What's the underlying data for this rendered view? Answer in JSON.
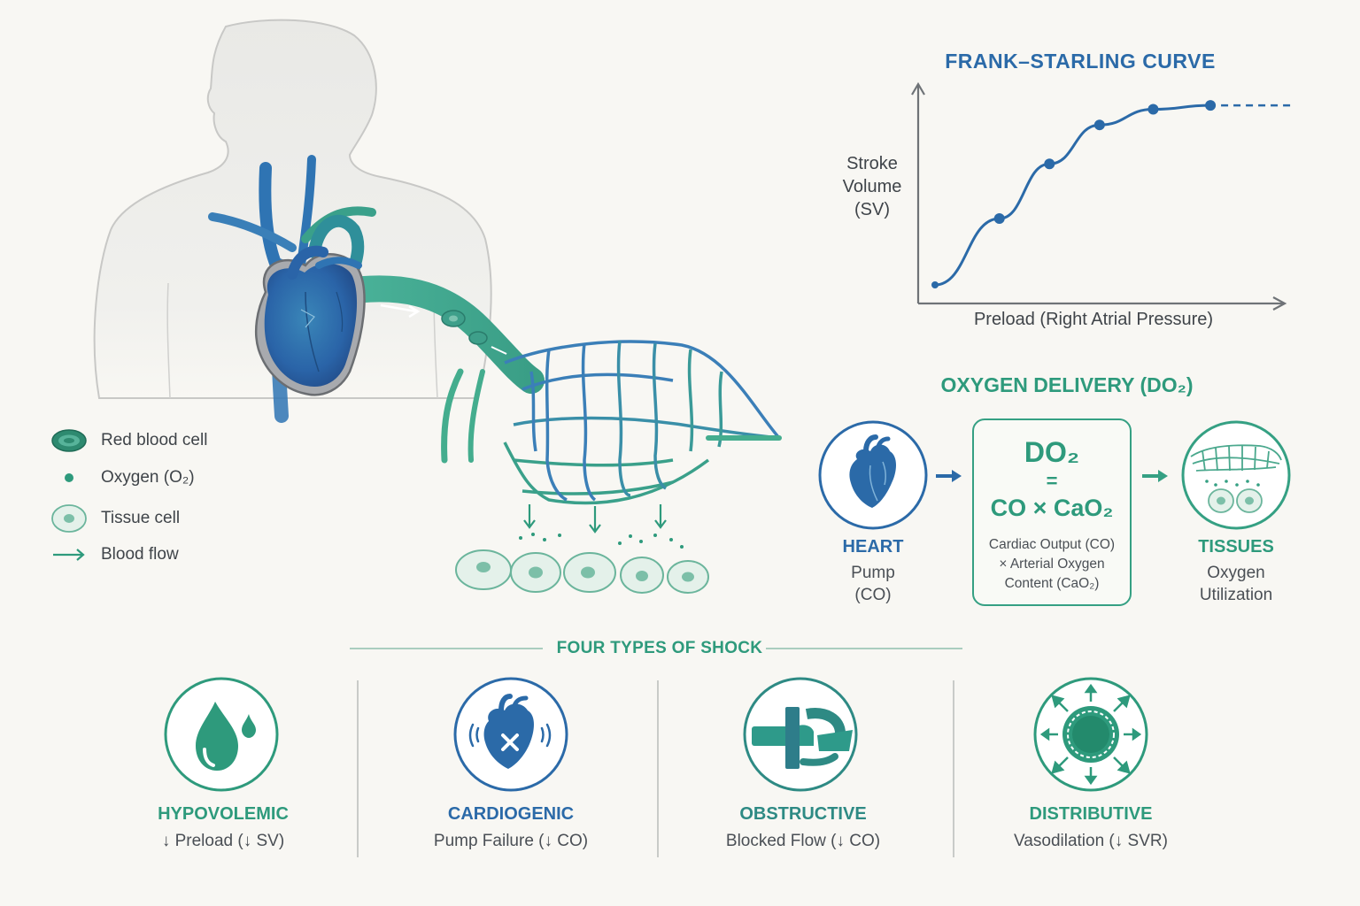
{
  "legend": {
    "red_blood_cell": "Red blood cell",
    "oxygen": "Oxygen (O₂)",
    "tissue_cell": "Tissue cell",
    "blood_flow": "Blood flow"
  },
  "frank_starling": {
    "title": "FRANK–STARLING CURVE",
    "ylabel_line1": "Stroke",
    "ylabel_line2": "Volume",
    "ylabel_line3": "(SV)",
    "xlabel": "Preload (Right Atrial Pressure)"
  },
  "chart_data": {
    "type": "line",
    "title": "FRANK–STARLING CURVE",
    "xlabel": "Preload (Right Atrial Pressure)",
    "ylabel": "Stroke Volume (SV)",
    "points": [
      {
        "x": 0,
        "y": 0
      },
      {
        "x": 0.18,
        "y": 0.34
      },
      {
        "x": 0.32,
        "y": 0.62
      },
      {
        "x": 0.46,
        "y": 0.82
      },
      {
        "x": 0.61,
        "y": 0.9
      },
      {
        "x": 0.77,
        "y": 0.92
      }
    ],
    "plateau_dashed_to_x": 1.0,
    "series_color": "#2b6aa8",
    "grid": false
  },
  "oxygen_delivery": {
    "title": "OXYGEN DELIVERY (DO₂)",
    "formula_top": "DO₂",
    "formula_eq": "=",
    "formula_bottom": "CO × CaO₂",
    "desc_line1": "Cardiac Output (CO)",
    "desc_line2": "× Arterial Oxygen",
    "desc_line3": "Content (CaO₂)",
    "heart_title": "HEART",
    "heart_sub1": "Pump",
    "heart_sub2": "(CO)",
    "tissues_title": "TISSUES",
    "tissues_sub1": "Oxygen",
    "tissues_sub2": "Utilization"
  },
  "shock": {
    "title": "FOUR TYPES OF SHOCK",
    "types": [
      {
        "name": "HYPOVOLEMIC",
        "desc": "↓ Preload (↓ SV)",
        "color": "#2e9a7c"
      },
      {
        "name": "CARDIOGENIC",
        "desc": "Pump Failure (↓ CO)",
        "color": "#2b6aa8"
      },
      {
        "name": "OBSTRUCTIVE",
        "desc": "Blocked Flow (↓ CO)",
        "color": "#2e8a84"
      },
      {
        "name": "DISTRIBUTIVE",
        "desc": "Vasodilation (↓ SVR)",
        "color": "#2e9a7c"
      }
    ]
  },
  "colors": {
    "blue": "#2b6aa8",
    "teal": "#2e9a7c",
    "green_light": "#cfe8dd"
  }
}
